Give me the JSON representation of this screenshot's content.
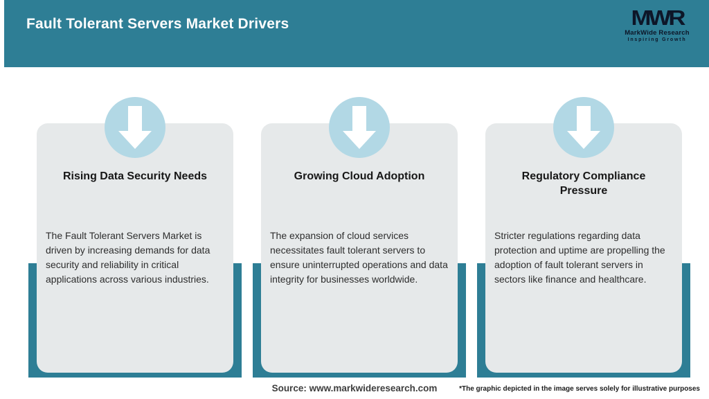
{
  "header": {
    "title": "Fault Tolerant Servers Market Drivers",
    "logo": {
      "monogram": "MWR",
      "name": "MarkWide Research",
      "tagline": "Inspiring Growth"
    }
  },
  "cards": [
    {
      "icon": "down-arrow-icon",
      "title": "Rising Data Security Needs",
      "description": "The Fault Tolerant Servers Market is driven by increasing demands for data security and reliability in critical applications across various industries."
    },
    {
      "icon": "down-arrow-icon",
      "title": "Growing Cloud Adoption",
      "description": "The expansion of cloud services necessitates fault tolerant servers to ensure uninterrupted operations and data integrity for businesses worldwide."
    },
    {
      "icon": "down-arrow-icon",
      "title": "Regulatory Compliance Pressure",
      "description": "Stricter regulations regarding data protection and uptime are propelling the adoption of fault tolerant servers in sectors like finance and healthcare."
    }
  ],
  "footer": {
    "source": "Source: www.markwideresearch.com",
    "disclaimer": "*The graphic depicted in the image serves solely for illustrative purposes"
  },
  "colors": {
    "accent_teal": "#2e7e95",
    "icon_circle_blue": "#b2d8e5",
    "card_background": "#e6e9ea",
    "header_text": "#fdfdfd",
    "logo_ink": "#0d1628"
  }
}
